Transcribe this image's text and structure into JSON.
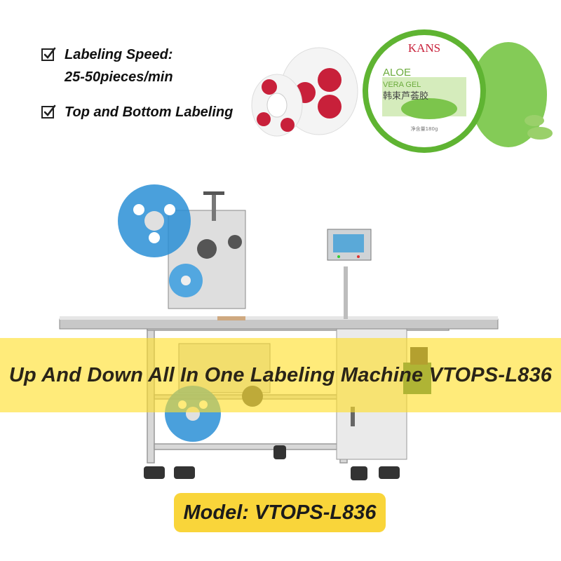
{
  "features": [
    {
      "line1": "Labeling Speed:",
      "line2": "25-50pieces/min"
    },
    {
      "line1": "Top and Bottom Labeling",
      "line2": ""
    }
  ],
  "jar": {
    "brand": "KANS",
    "product_line1": "ALOE",
    "product_line2": "VERA GEL",
    "product_cn": "韩束芦荟胶",
    "net": "净含量180g"
  },
  "banner": {
    "text": "Up And Down All In One Labeling Machine  VTOPS-L836"
  },
  "model": {
    "text": "Model:  VTOPS-L836"
  },
  "colors": {
    "banner": "#ffde28",
    "model_box": "#f9d53a",
    "label_red": "#c8203a",
    "aloe_green": "#5fb432",
    "reel_blue": "#2a8fd6"
  },
  "icons": [
    "checkbox-checked-icon"
  ]
}
